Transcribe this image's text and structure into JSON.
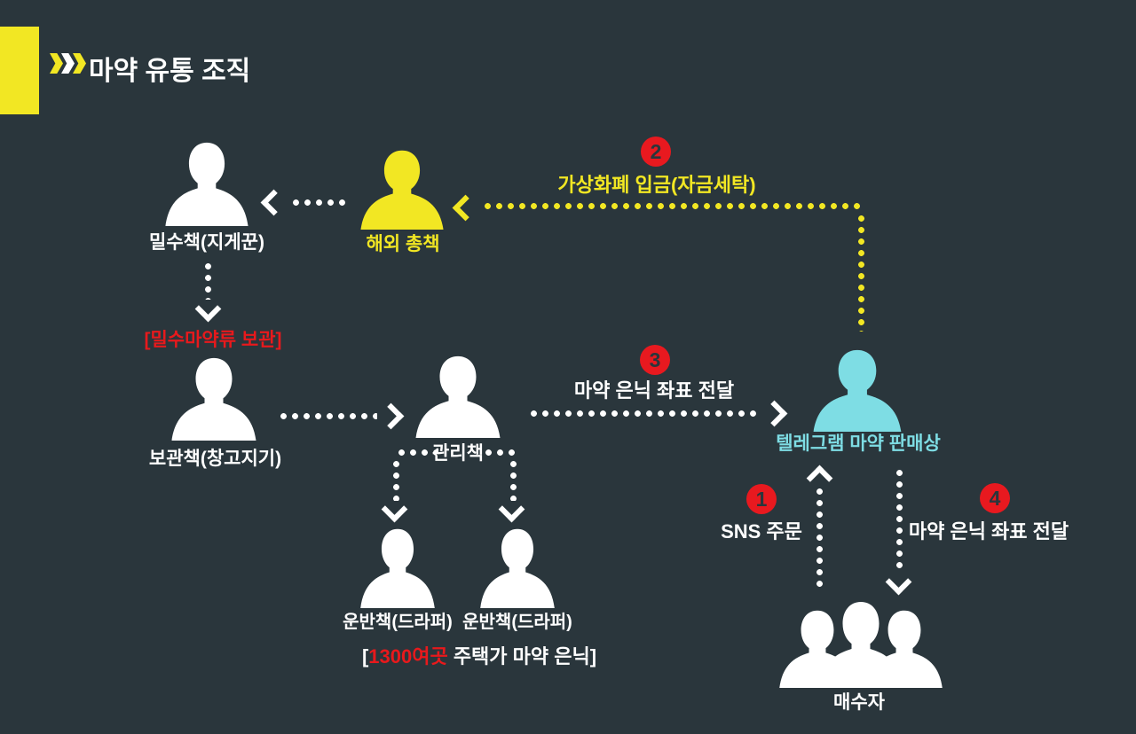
{
  "colors": {
    "background": "#2A363C",
    "accent_yellow": "#F2E723",
    "person_white": "#FFFFFF",
    "person_yellow": "#F2E723",
    "person_cyan": "#7EDDE4",
    "step_red": "#E8191F",
    "note_red": "#E8191C",
    "text_white": "#FFFFFF"
  },
  "header": {
    "title": "마약 유통 조직"
  },
  "nodes": {
    "smuggler": "밀수책(지게꾼)",
    "overseas_boss": "해외 총책",
    "storage_keeper": "보관책(창고지기)",
    "manager": "관리책",
    "telegram_seller": "텔레그램 마약 판매상",
    "carrier_1": "운반책(드라퍼)",
    "carrier_2": "운반책(드라퍼)",
    "buyers": "매수자"
  },
  "annotations": {
    "storage_note": "[밀수마약류 보관]",
    "stash_note_open": "[",
    "stash_note_highlight": "1300여곳",
    "stash_note_rest": " 주택가 마약 은닉]"
  },
  "steps": {
    "1": {
      "number": "1",
      "label": "SNS 주문"
    },
    "2": {
      "number": "2",
      "label": "가상화폐 입금(자금세탁)"
    },
    "3": {
      "number": "3",
      "label": "마약 은닉 좌표 전달"
    },
    "4": {
      "number": "4",
      "label": "마약 은닉 좌표 전달"
    }
  }
}
